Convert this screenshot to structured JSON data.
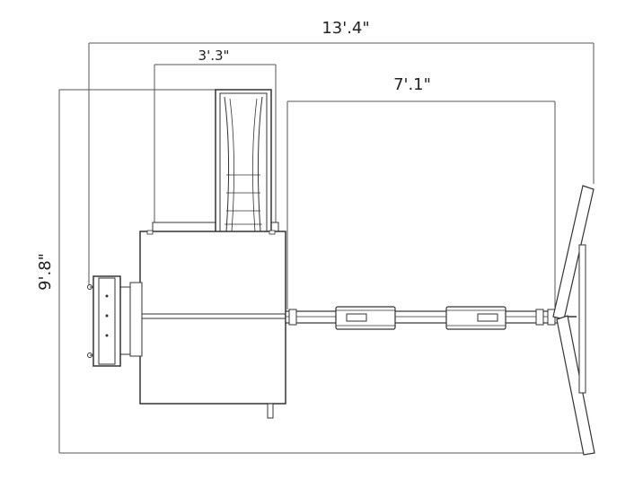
{
  "dimensions": {
    "overall_width": "13'.4\"",
    "overall_depth": "9'.8\"",
    "slide_width": "3'.3\"",
    "swing_beam_length": "7'.1\""
  },
  "colors": {
    "line": "#333333",
    "dim_line": "#555555",
    "fill": "#ffffff"
  }
}
